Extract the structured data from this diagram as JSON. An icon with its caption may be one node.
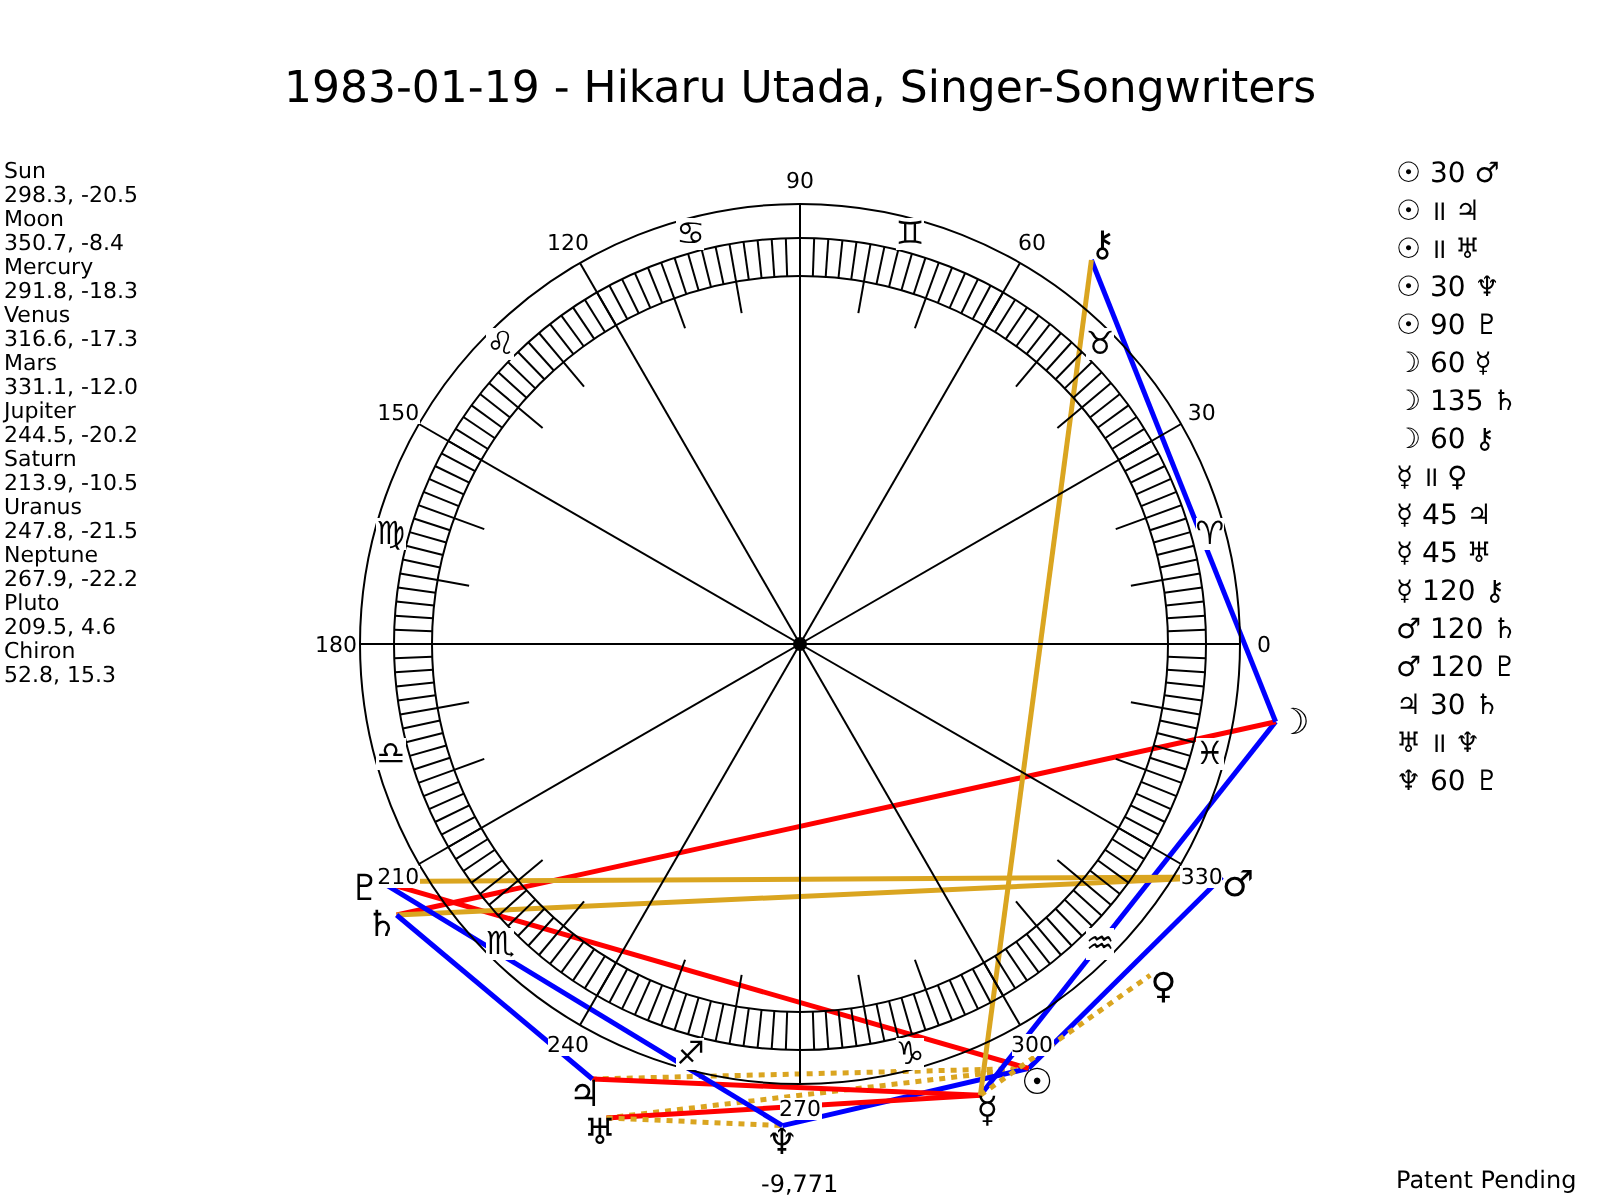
{
  "diagram": {
    "title": "1983-01-19 - Hikaru Utada, Singer-Songwriters",
    "nodes": [
      {
        "text": [
          "☉"
        ]
      },
      {
        "text": [
          "☽"
        ]
      },
      {
        "text": [
          "☿"
        ]
      },
      {
        "text": [
          "♀"
        ]
      },
      {
        "text": [
          "♂"
        ]
      },
      {
        "text": [
          "♃"
        ]
      },
      {
        "text": [
          "♄"
        ]
      },
      {
        "text": [
          "♅"
        ]
      },
      {
        "text": [
          "♆"
        ]
      },
      {
        "text": [
          "♇"
        ]
      },
      {
        "text": [
          "⚷"
        ]
      }
    ],
    "edges": [
      {
        "from": 0,
        "to": 4,
        "arrow": "none",
        "color": "#0000ff"
      },
      {
        "from": 0,
        "to": 5,
        "arrow": "none",
        "style": "dashed"
      },
      {
        "from": 0,
        "to": 7,
        "arrow": "none",
        "style": "dashed"
      },
      {
        "from": 0,
        "to": 8,
        "arrow": "none",
        "color": "#0000ff"
      },
      {
        "from": 0,
        "to": 9,
        "arrow": "none",
        "color": "#ff0000"
      },
      {
        "from": 1,
        "to": 2,
        "arrow": "none",
        "color": "#0000ff"
      },
      {
        "from": 1,
        "to": 6,
        "arrow": "none",
        "color": "#ff0000"
      },
      {
        "from": 1,
        "to": 10,
        "arrow": "none",
        "color": "#0000ff"
      },
      {
        "from": 2,
        "to": 3,
        "arrow": "none",
        "style": "dashed"
      },
      {
        "from": 2,
        "to": 5,
        "arrow": "none",
        "color": "#ff0000"
      },
      {
        "from": 2,
        "to": 7,
        "arrow": "none",
        "color": "#ff0000"
      },
      {
        "from": 2,
        "to": 10,
        "arrow": "none"
      },
      {
        "from": 4,
        "to": 6,
        "arrow": "none"
      },
      {
        "from": 4,
        "to": 9,
        "arrow": "none"
      },
      {
        "from": 5,
        "to": 6,
        "arrow": "none",
        "color": "#0000ff"
      },
      {
        "from": 7,
        "to": 8,
        "arrow": "none",
        "style": "dashed"
      },
      {
        "from": 8,
        "to": 9,
        "arrow": "none",
        "color": "#0000ff"
      }
    ],
    "labels": [
      "Sun",
      "298.3, -20.5",
      "Moon",
      "350.7, -8.4",
      "Mercury",
      "291.8, -18.3",
      "Venus",
      "316.6, -17.3",
      "Mars",
      "331.1, -12.0",
      "Jupiter",
      "244.5, -20.2",
      "Saturn",
      "213.9, -10.5",
      "Uranus",
      "247.8, -21.5",
      "Neptune",
      "267.9, -22.2",
      "Pluto",
      "209.5, 4.6",
      "Chiron",
      "52.8, 15.3",
      "0",
      "30",
      "60",
      "90",
      "120",
      "150",
      "180",
      "210",
      "240",
      "270",
      "300",
      "330",
      "♈",
      "♉",
      "♊",
      "♋",
      "♌",
      "♍",
      "♎",
      "♏",
      "♐",
      "♑",
      "♒",
      "♓",
      "☉ 30 ♂",
      "☉ ॥ ♃",
      "☉ ॥ ♅",
      "☉ 30 ♆",
      "☉ 90 ♇",
      "☽ 60 ☿",
      "☽ 135 ♄",
      "☽ 60 ⚷",
      "☿ ॥ ♀",
      "☿ 45 ♃",
      "☿ 45 ♅",
      "☿ 120 ⚷",
      "♂ 120 ♄",
      "♂ 120 ♇",
      "♃ 30 ♄",
      "♅ ॥ ♆",
      "♆ 60 ♇",
      "-9,771",
      "Patent Pending"
    ]
  }
}
